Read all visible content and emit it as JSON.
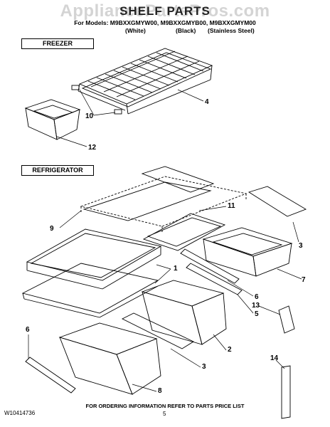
{
  "watermark": "AppliancePartsPros.com",
  "header": {
    "title": "SHELF PARTS",
    "models_line": "For Models: M9BXXGMYW00, M9BXXGMYB00, M9BXXGMYM00",
    "variants": [
      "(White)",
      "(Black)",
      "(Stainless Steel)"
    ]
  },
  "sections": {
    "freezer": "FREEZER",
    "refrigerator": "REFRIGERATOR"
  },
  "callouts": {
    "c4": "4",
    "c10": "10",
    "c12": "12",
    "c11": "11",
    "c9": "9",
    "c3a": "3",
    "c7": "7",
    "c1": "1",
    "c6a": "6",
    "c13": "13",
    "c5": "5",
    "c2": "2",
    "c6b": "6",
    "c3b": "3",
    "c8": "8",
    "c14": "14"
  },
  "footer": {
    "doc_number": "W10414736",
    "note": "FOR ORDERING INFORMATION REFER TO PARTS PRICE LIST",
    "page": "5"
  }
}
